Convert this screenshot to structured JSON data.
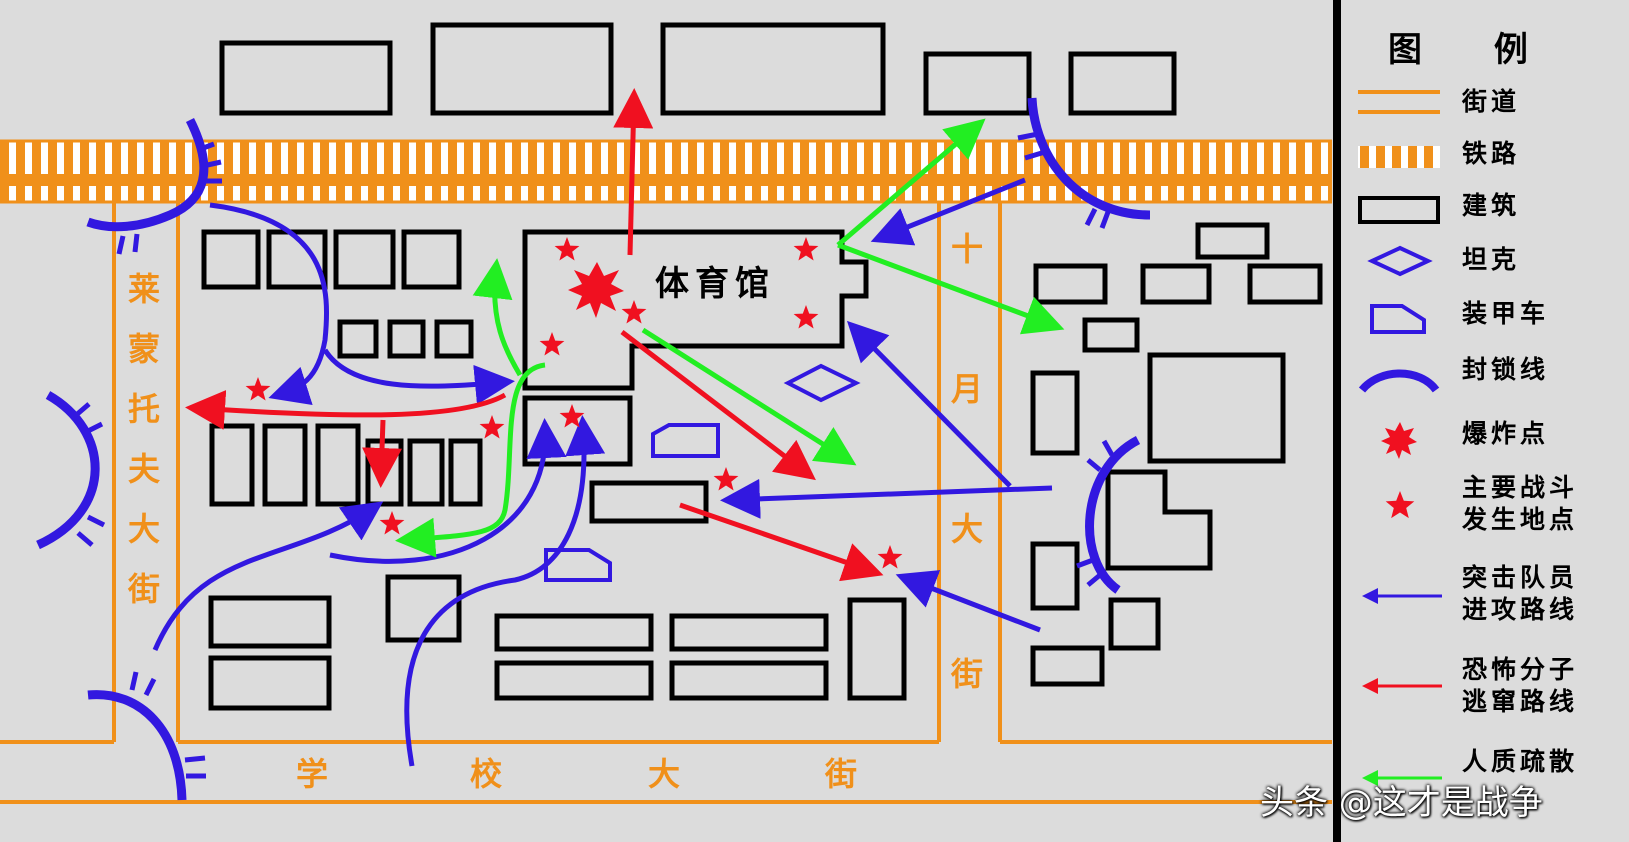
{
  "legend": {
    "title": "图   例",
    "items": [
      {
        "label": "街道",
        "icon": "street-icon"
      },
      {
        "label": "铁路",
        "icon": "railway-icon"
      },
      {
        "label": "建筑",
        "icon": "building-icon"
      },
      {
        "label": "坦克",
        "icon": "tank-icon"
      },
      {
        "label": "装甲车",
        "icon": "armored-car-icon"
      },
      {
        "label": "封锁线",
        "icon": "blockade-line-icon"
      },
      {
        "label": "爆炸点",
        "icon": "explosion-icon"
      },
      {
        "label": "主要战斗\n发生地点",
        "icon": "battle-star-icon"
      },
      {
        "label": "突击队员\n进攻路线",
        "icon": "blue-arrow-icon"
      },
      {
        "label": "恐怖分子\n逃窜路线",
        "icon": "red-arrow-icon"
      },
      {
        "label": "人质疏散",
        "icon": "green-arrow-icon"
      }
    ]
  },
  "map": {
    "gym_label": "体育馆",
    "street_left": [
      "莱",
      "蒙",
      "托",
      "夫",
      "大",
      "街"
    ],
    "street_right": [
      "十",
      "月",
      "大",
      "街"
    ],
    "street_bottom": [
      "学",
      "校",
      "大",
      "街"
    ]
  },
  "colors": {
    "street": "#f0901a",
    "assault": "#3218e0",
    "escape": "#f01020",
    "evacuation": "#22ee22",
    "background": "#dcdcdc"
  },
  "watermark": "头条 @这才是战争"
}
